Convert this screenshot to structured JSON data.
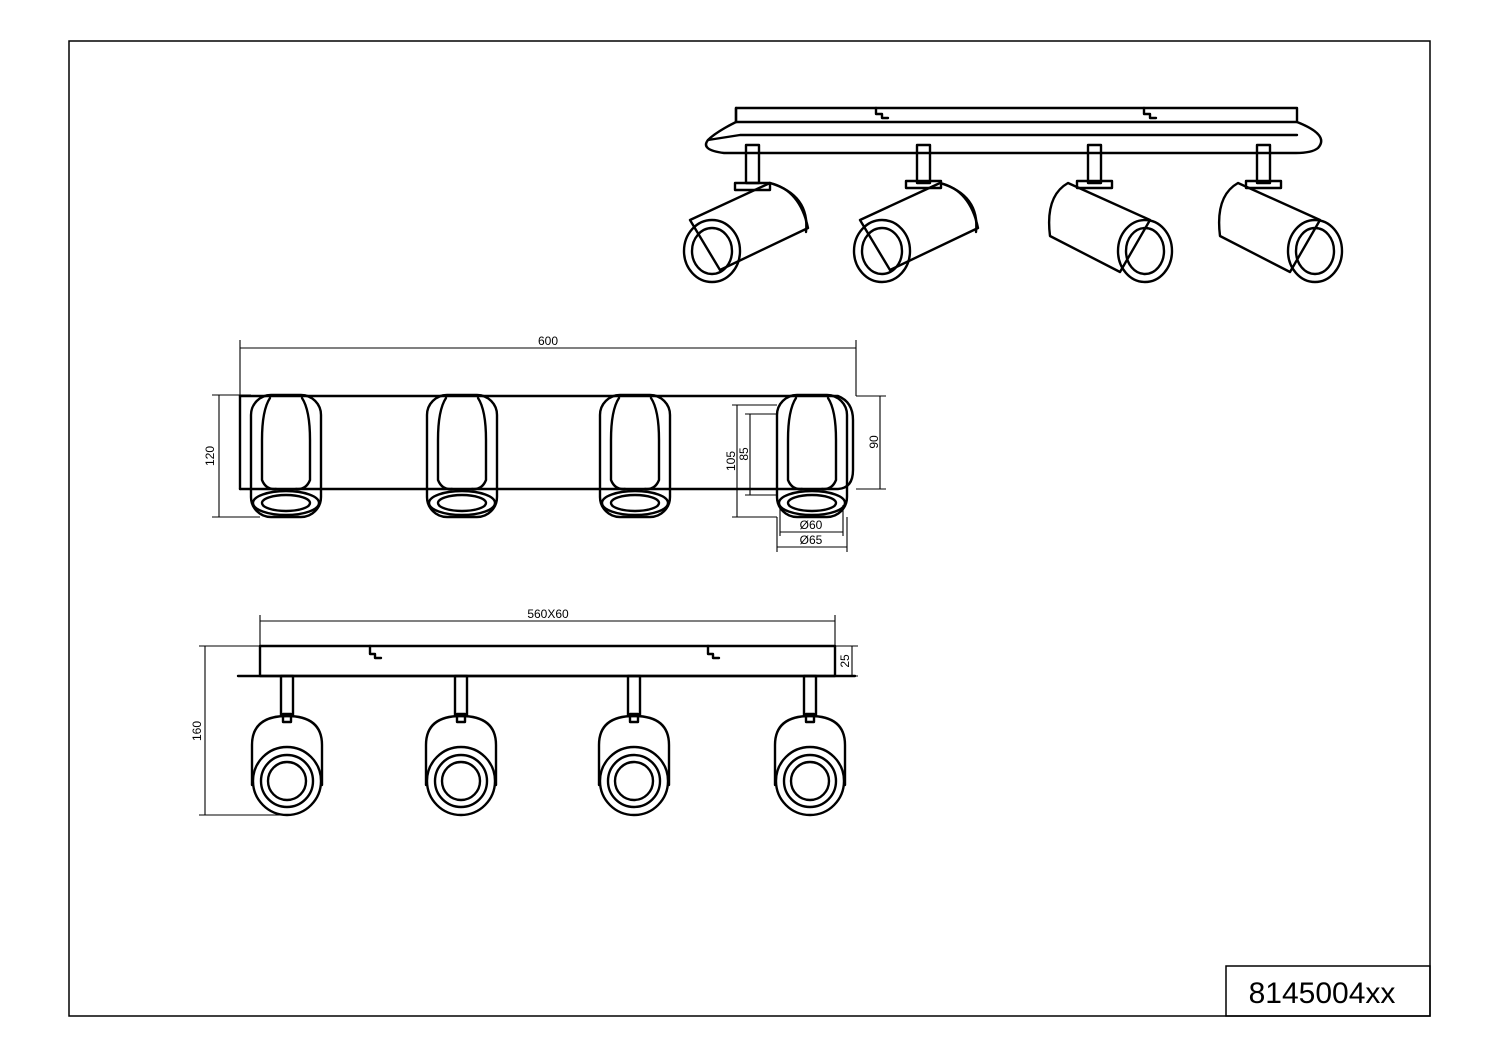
{
  "drawing": {
    "product_code": "8145004xx"
  },
  "dimensions": {
    "overall_width": "600",
    "overall_height": "120",
    "base_height": "90",
    "head_height": "105",
    "head_inner_height": "85",
    "lens_diameter": "Ø60",
    "head_diameter": "Ø65",
    "plate_size": "560X60",
    "plate_thickness": "25",
    "total_height": "160"
  },
  "colors": {
    "line": "#000000",
    "background": "#ffffff"
  }
}
